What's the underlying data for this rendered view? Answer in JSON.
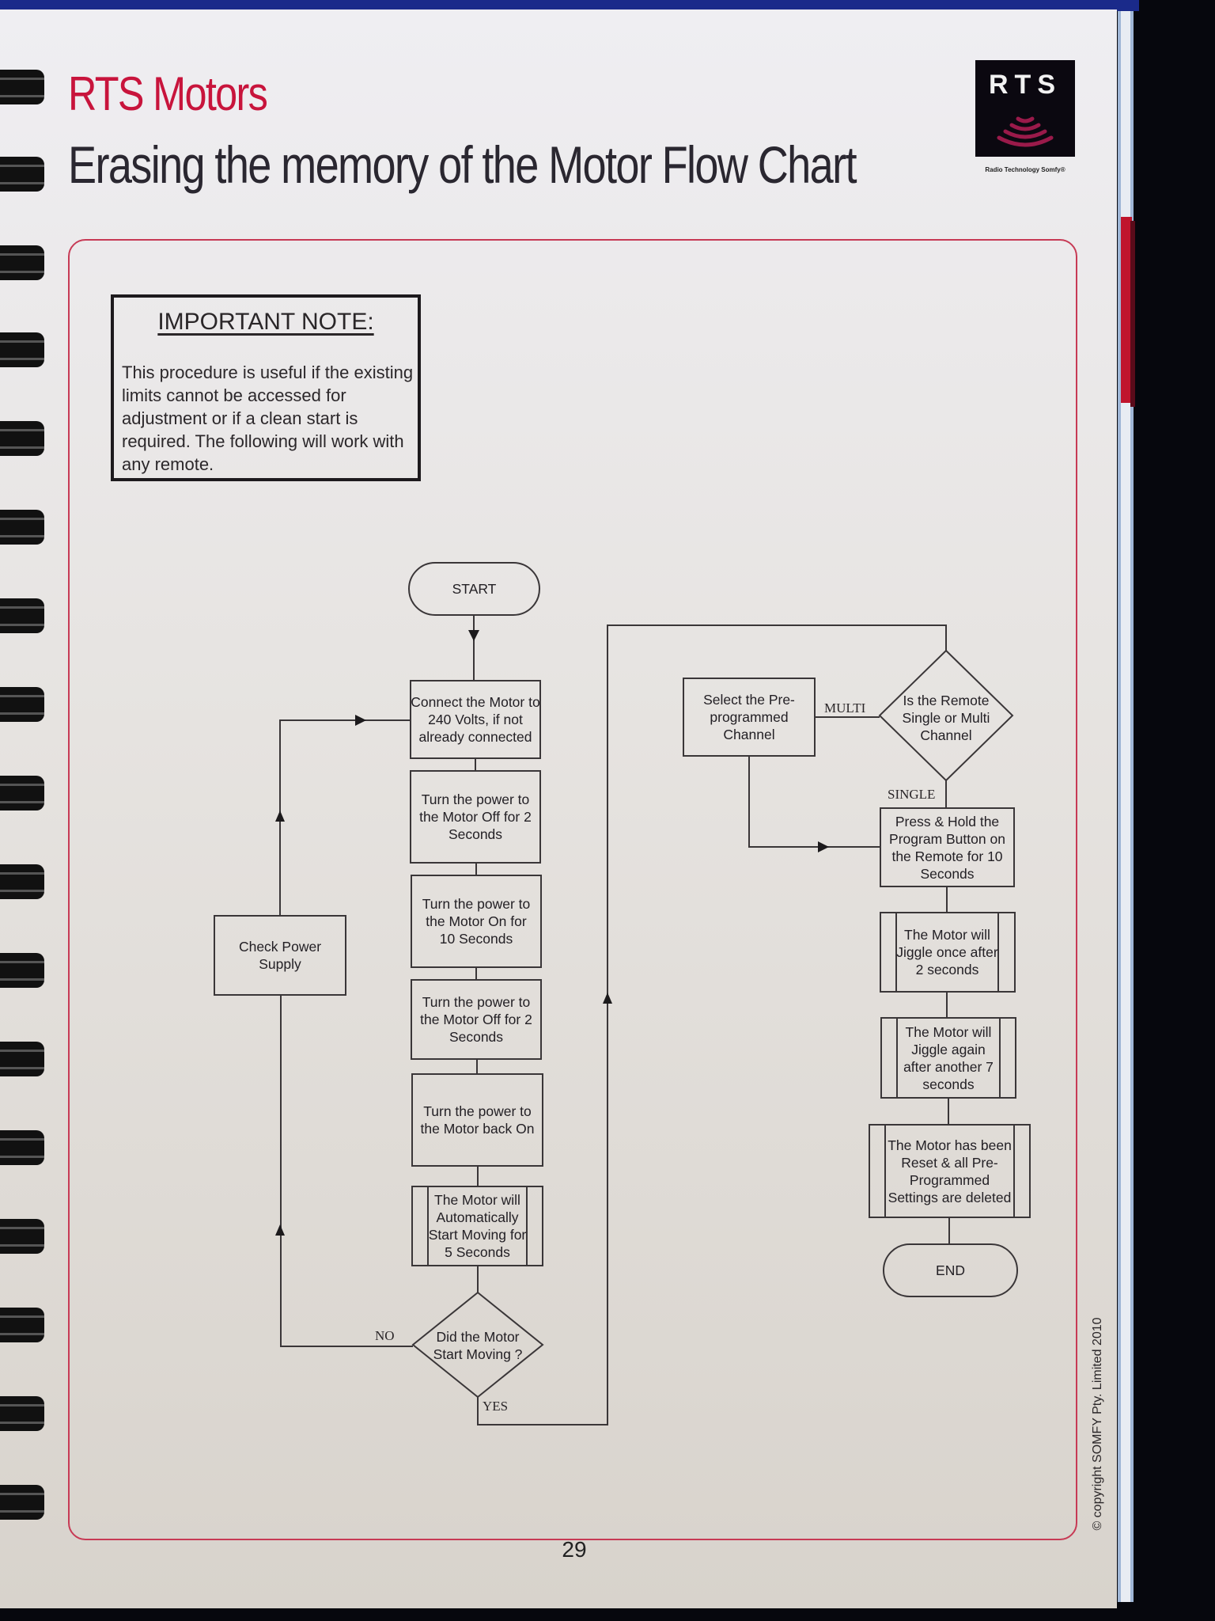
{
  "header": {
    "brand_title": "RTS Motors",
    "page_title": "Erasing the memory of the Motor Flow Chart"
  },
  "logo": {
    "text": "RTS",
    "tagline": "Radio Technology Somfy®",
    "icon": "radio-wave-icon"
  },
  "colors": {
    "accent_red": "#c8143c",
    "frame_border": "#c73a55",
    "text_dark": "#2a2730",
    "logo_bg": "#0b0810",
    "logo_waves": "#9a1a4a"
  },
  "note": {
    "heading": "IMPORTANT NOTE:",
    "body": "This procedure is useful if the existing limits cannot be accessed for adjustment or if a clean start is required. The following will work with any remote."
  },
  "flowchart": {
    "nodes": {
      "start": "START",
      "connect": "Connect the Motor to 240 Volts, if not already connected",
      "off1": "Turn the power to the Motor Off  for 2 Seconds",
      "on10": "Turn the power to the Motor On  for 10 Seconds",
      "off2": "Turn the power to the Motor Off  for 2 Seconds",
      "back_on": "Turn the power to the Motor back On",
      "auto_move": "The Motor will Automatically Start Moving for 5 Seconds",
      "did_move": "Did the Motor Start Moving ?",
      "check_power": "Check Power Supply",
      "remote_type": "Is the Remote Single or Multi Channel",
      "select_channel": "Select the Pre-programmed Channel",
      "press_hold": "Press & Hold the Program Button on the Remote for 10 Seconds",
      "jiggle1": "The Motor will Jiggle once after 2 seconds",
      "jiggle2": "The Motor will Jiggle again after another 7 seconds",
      "reset": "The Motor has been Reset & all Pre-Programmed Settings are deleted",
      "end": "END"
    },
    "edge_labels": {
      "no": "NO",
      "yes": "YES",
      "multi": "MULTI",
      "single": "SINGLE"
    }
  },
  "footer": {
    "page_number": "29",
    "copyright": "© copyright SOMFY Pty. Limited 2010"
  }
}
